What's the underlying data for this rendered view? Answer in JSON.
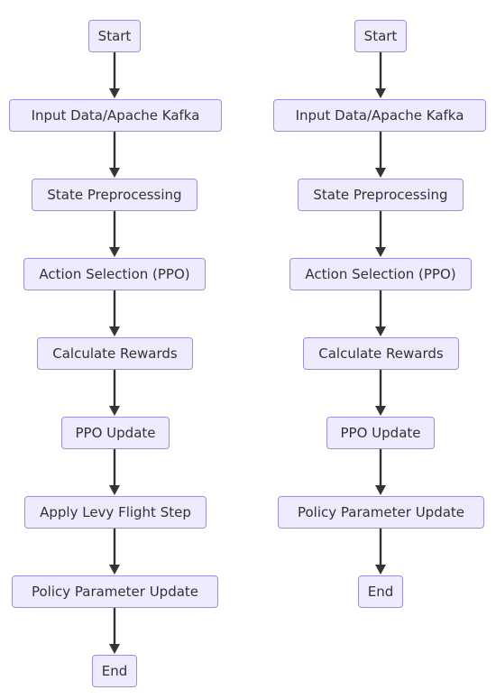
{
  "flowcharts": [
    {
      "steps": [
        "Start",
        "Input Data/Apache Kafka",
        "State Preprocessing",
        "Action Selection (PPO)",
        "Calculate Rewards",
        "PPO Update",
        "Apply Levy Flight Step",
        "Policy Parameter Update",
        "End"
      ]
    },
    {
      "steps": [
        "Start",
        "Input Data/Apache Kafka",
        "State Preprocessing",
        "Action Selection (PPO)",
        "Calculate Rewards",
        "PPO Update",
        "Policy Parameter Update",
        "End"
      ]
    }
  ]
}
